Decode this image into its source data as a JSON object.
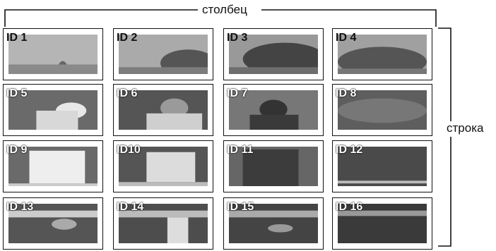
{
  "labels": {
    "column": "столбец",
    "row": "строка"
  },
  "cells": [
    {
      "id": "ID 1"
    },
    {
      "id": "ID 2"
    },
    {
      "id": "ID 3"
    },
    {
      "id": "ID 4"
    },
    {
      "id": "ID 5"
    },
    {
      "id": "ID 6"
    },
    {
      "id": "ID 7"
    },
    {
      "id": "ID 8"
    },
    {
      "id": "ID 9"
    },
    {
      "id": "ID10"
    },
    {
      "id": "ID 11"
    },
    {
      "id": "ID 12"
    },
    {
      "id": "ID 13"
    },
    {
      "id": "ID 14"
    },
    {
      "id": "ID 15"
    },
    {
      "id": "ID 16"
    }
  ]
}
